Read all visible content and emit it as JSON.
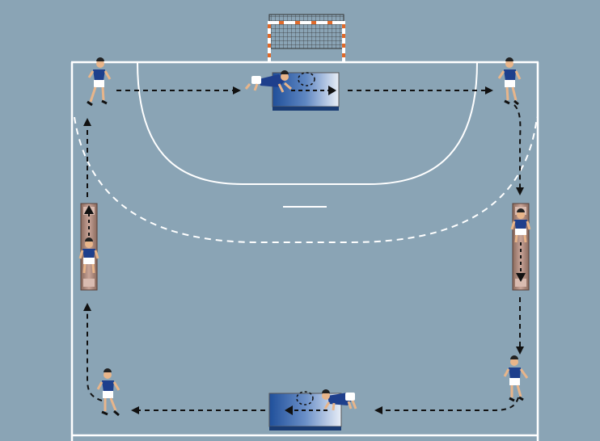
{
  "scene": {
    "title": "",
    "court_color": "#8aa4b5",
    "line_color": "#ffffff",
    "path_color": "#111111",
    "jersey_color": "#1e3f8c",
    "shorts_color": "#ffffff",
    "skin_color": "#e8b58a",
    "mat_blue": "#2a5aa0",
    "bench_brown": "#b08878",
    "net_color": "#333333",
    "post_color": "#e06a2a"
  },
  "elements": {
    "goal": "handball-goal",
    "goal_area": "six-meter-line",
    "free_throw": "nine-meter-dashed-line",
    "penalty_mark": "seven-meter-mark",
    "stations": [
      {
        "id": "top-left",
        "kind": "player-running"
      },
      {
        "id": "top-center",
        "kind": "mat-crawl"
      },
      {
        "id": "top-right",
        "kind": "player-running"
      },
      {
        "id": "right",
        "kind": "bench-walk"
      },
      {
        "id": "bottom-right",
        "kind": "player-running"
      },
      {
        "id": "bottom-center",
        "kind": "mat-crawl"
      },
      {
        "id": "bottom-left",
        "kind": "player-running"
      },
      {
        "id": "left",
        "kind": "bench-walk"
      }
    ]
  }
}
